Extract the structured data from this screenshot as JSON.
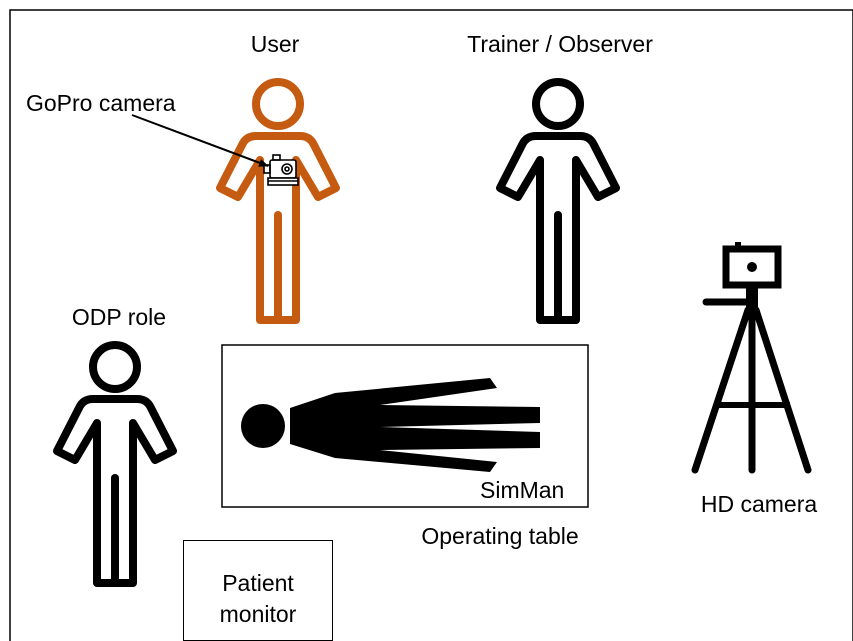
{
  "labels": {
    "user": "User",
    "trainer": "Trainer / Observer",
    "gopro": "GoPro camera",
    "odp": "ODP role",
    "simman": "SimMan",
    "table": "Operating table",
    "hd_camera": "HD camera",
    "monitor_line1": "Patient",
    "monitor_line2": "monitor"
  },
  "colors": {
    "user_figure": "#c55a11",
    "figure": "#000000",
    "background": "#ffffff"
  },
  "icons": [
    "person-user-icon",
    "person-trainer-icon",
    "person-odp-icon",
    "gopro-camera-icon",
    "simman-lying-figure-icon",
    "hd-camera-tripod-icon"
  ]
}
